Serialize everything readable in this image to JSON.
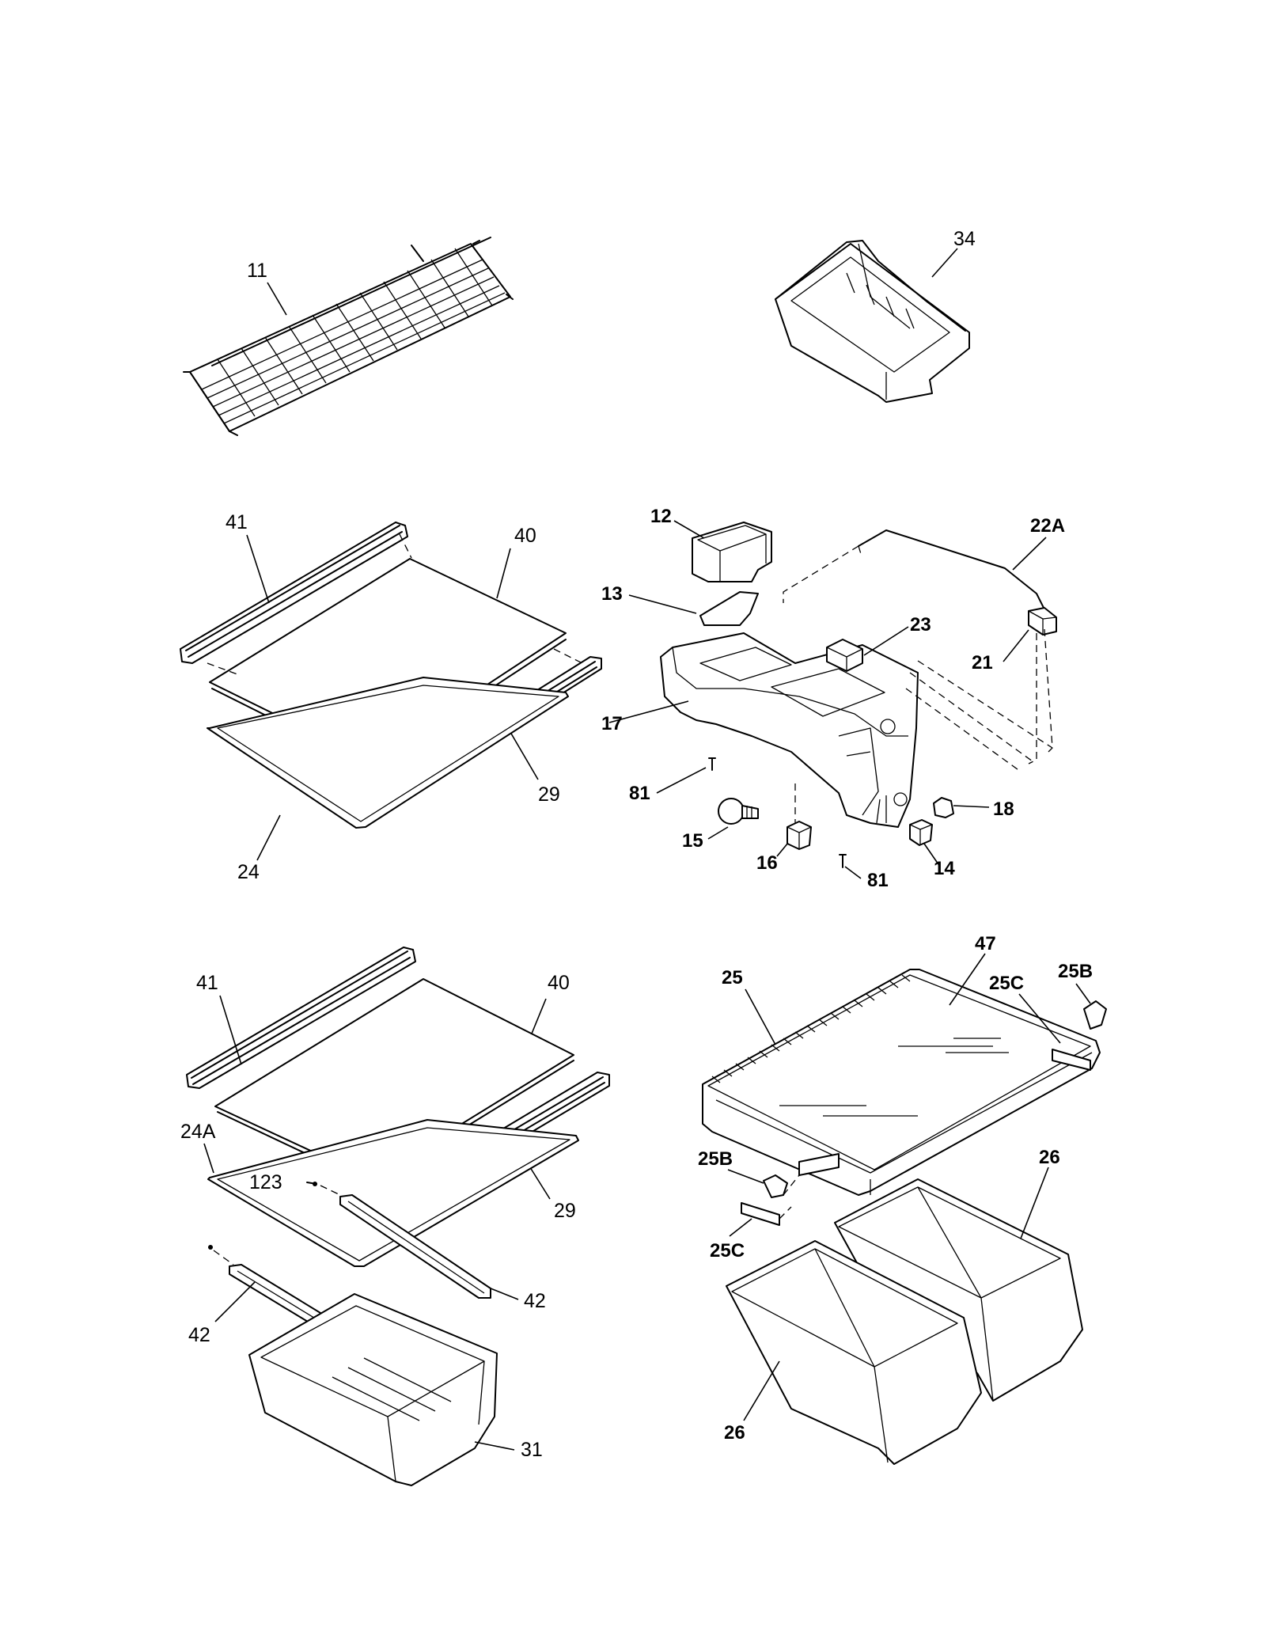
{
  "diagram": {
    "labels": {
      "l11": "11",
      "l34": "34",
      "l41a": "41",
      "l40a": "40",
      "l29a": "29",
      "l24": "24",
      "l12": "12",
      "l22a": "22A",
      "l13": "13",
      "l23": "23",
      "l21": "21",
      "l17": "17",
      "l81a": "81",
      "l15": "15",
      "l16": "16",
      "l81b": "81",
      "l14": "14",
      "l18": "18",
      "l41b": "41",
      "l40b": "40",
      "l24a": "24A",
      "l123": "123",
      "l29b": "29",
      "l42a": "42",
      "l42b": "42",
      "l31": "31",
      "l47": "47",
      "l25": "25",
      "l25c_top": "25C",
      "l25b_top": "25B",
      "l26a": "26",
      "l25b_bot": "25B",
      "l25c_bot": "25C",
      "l26b": "26"
    }
  }
}
